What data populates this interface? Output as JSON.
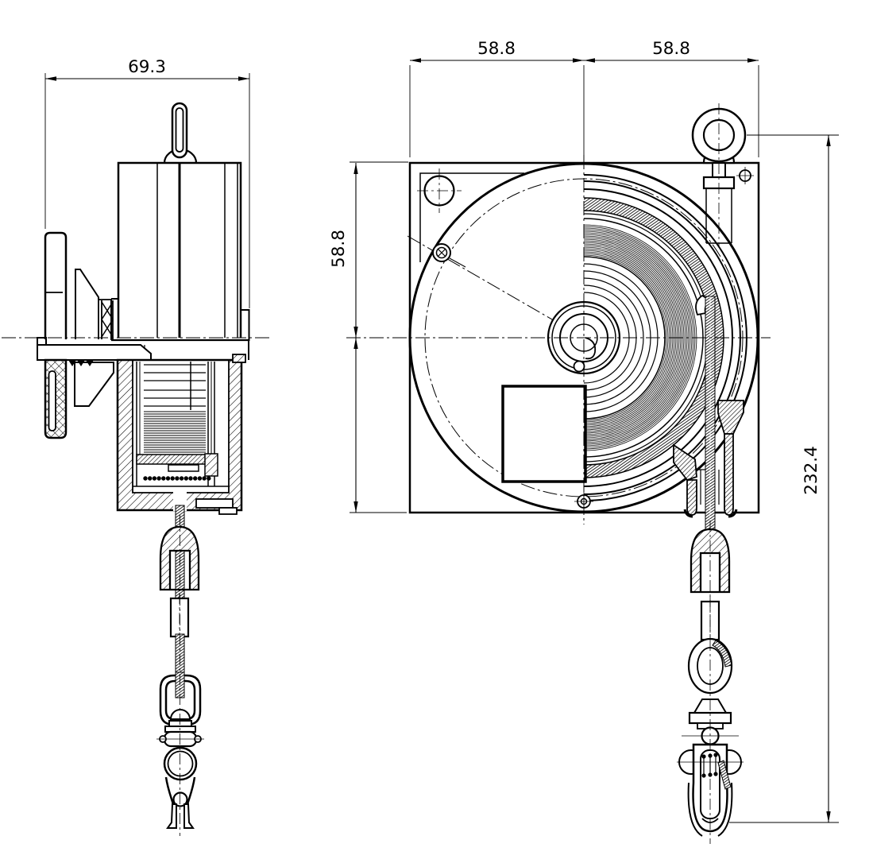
{
  "drawing": {
    "type": "2-view engineering drawing of a spring tool balancer with cable and snap hook",
    "colors": {
      "background": "#ffffff",
      "line": "#000000"
    },
    "views": {
      "side_view": {
        "id": "side-view"
      },
      "front_view": {
        "id": "front-view"
      }
    },
    "dimensions": {
      "side_width": "69.3",
      "front_width_left": "58.8",
      "front_width_right": "58.8",
      "front_upper_height": "58.8",
      "overall_length": "232.4"
    }
  }
}
